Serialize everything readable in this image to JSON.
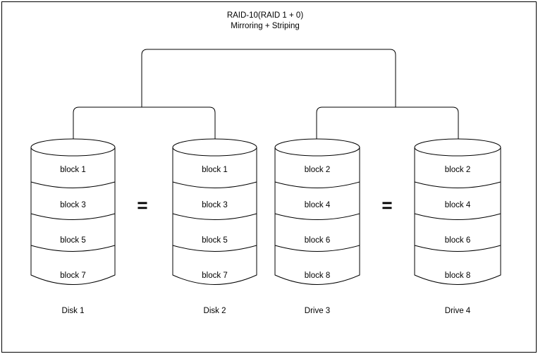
{
  "title": {
    "line1": "RAID-10(RAID 1 + 0)",
    "line2": "Mirroring + Striping"
  },
  "colors": {
    "stroke": "#000000",
    "background": "#ffffff",
    "text": "#000000"
  },
  "equals": {
    "left": "=",
    "right": "="
  },
  "disks": [
    {
      "label": "Disk 1",
      "blocks": [
        "block 1",
        "block 3",
        "block 5",
        "block 7"
      ]
    },
    {
      "label": "Disk 2",
      "blocks": [
        "block 1",
        "block 3",
        "block 5",
        "block 7"
      ]
    },
    {
      "label": "Drive 3",
      "blocks": [
        "block 2",
        "block 4",
        "block 6",
        "block 8"
      ]
    },
    {
      "label": "Drive 4",
      "blocks": [
        "block 2",
        "block 4",
        "block 6",
        "block 8"
      ]
    }
  ]
}
